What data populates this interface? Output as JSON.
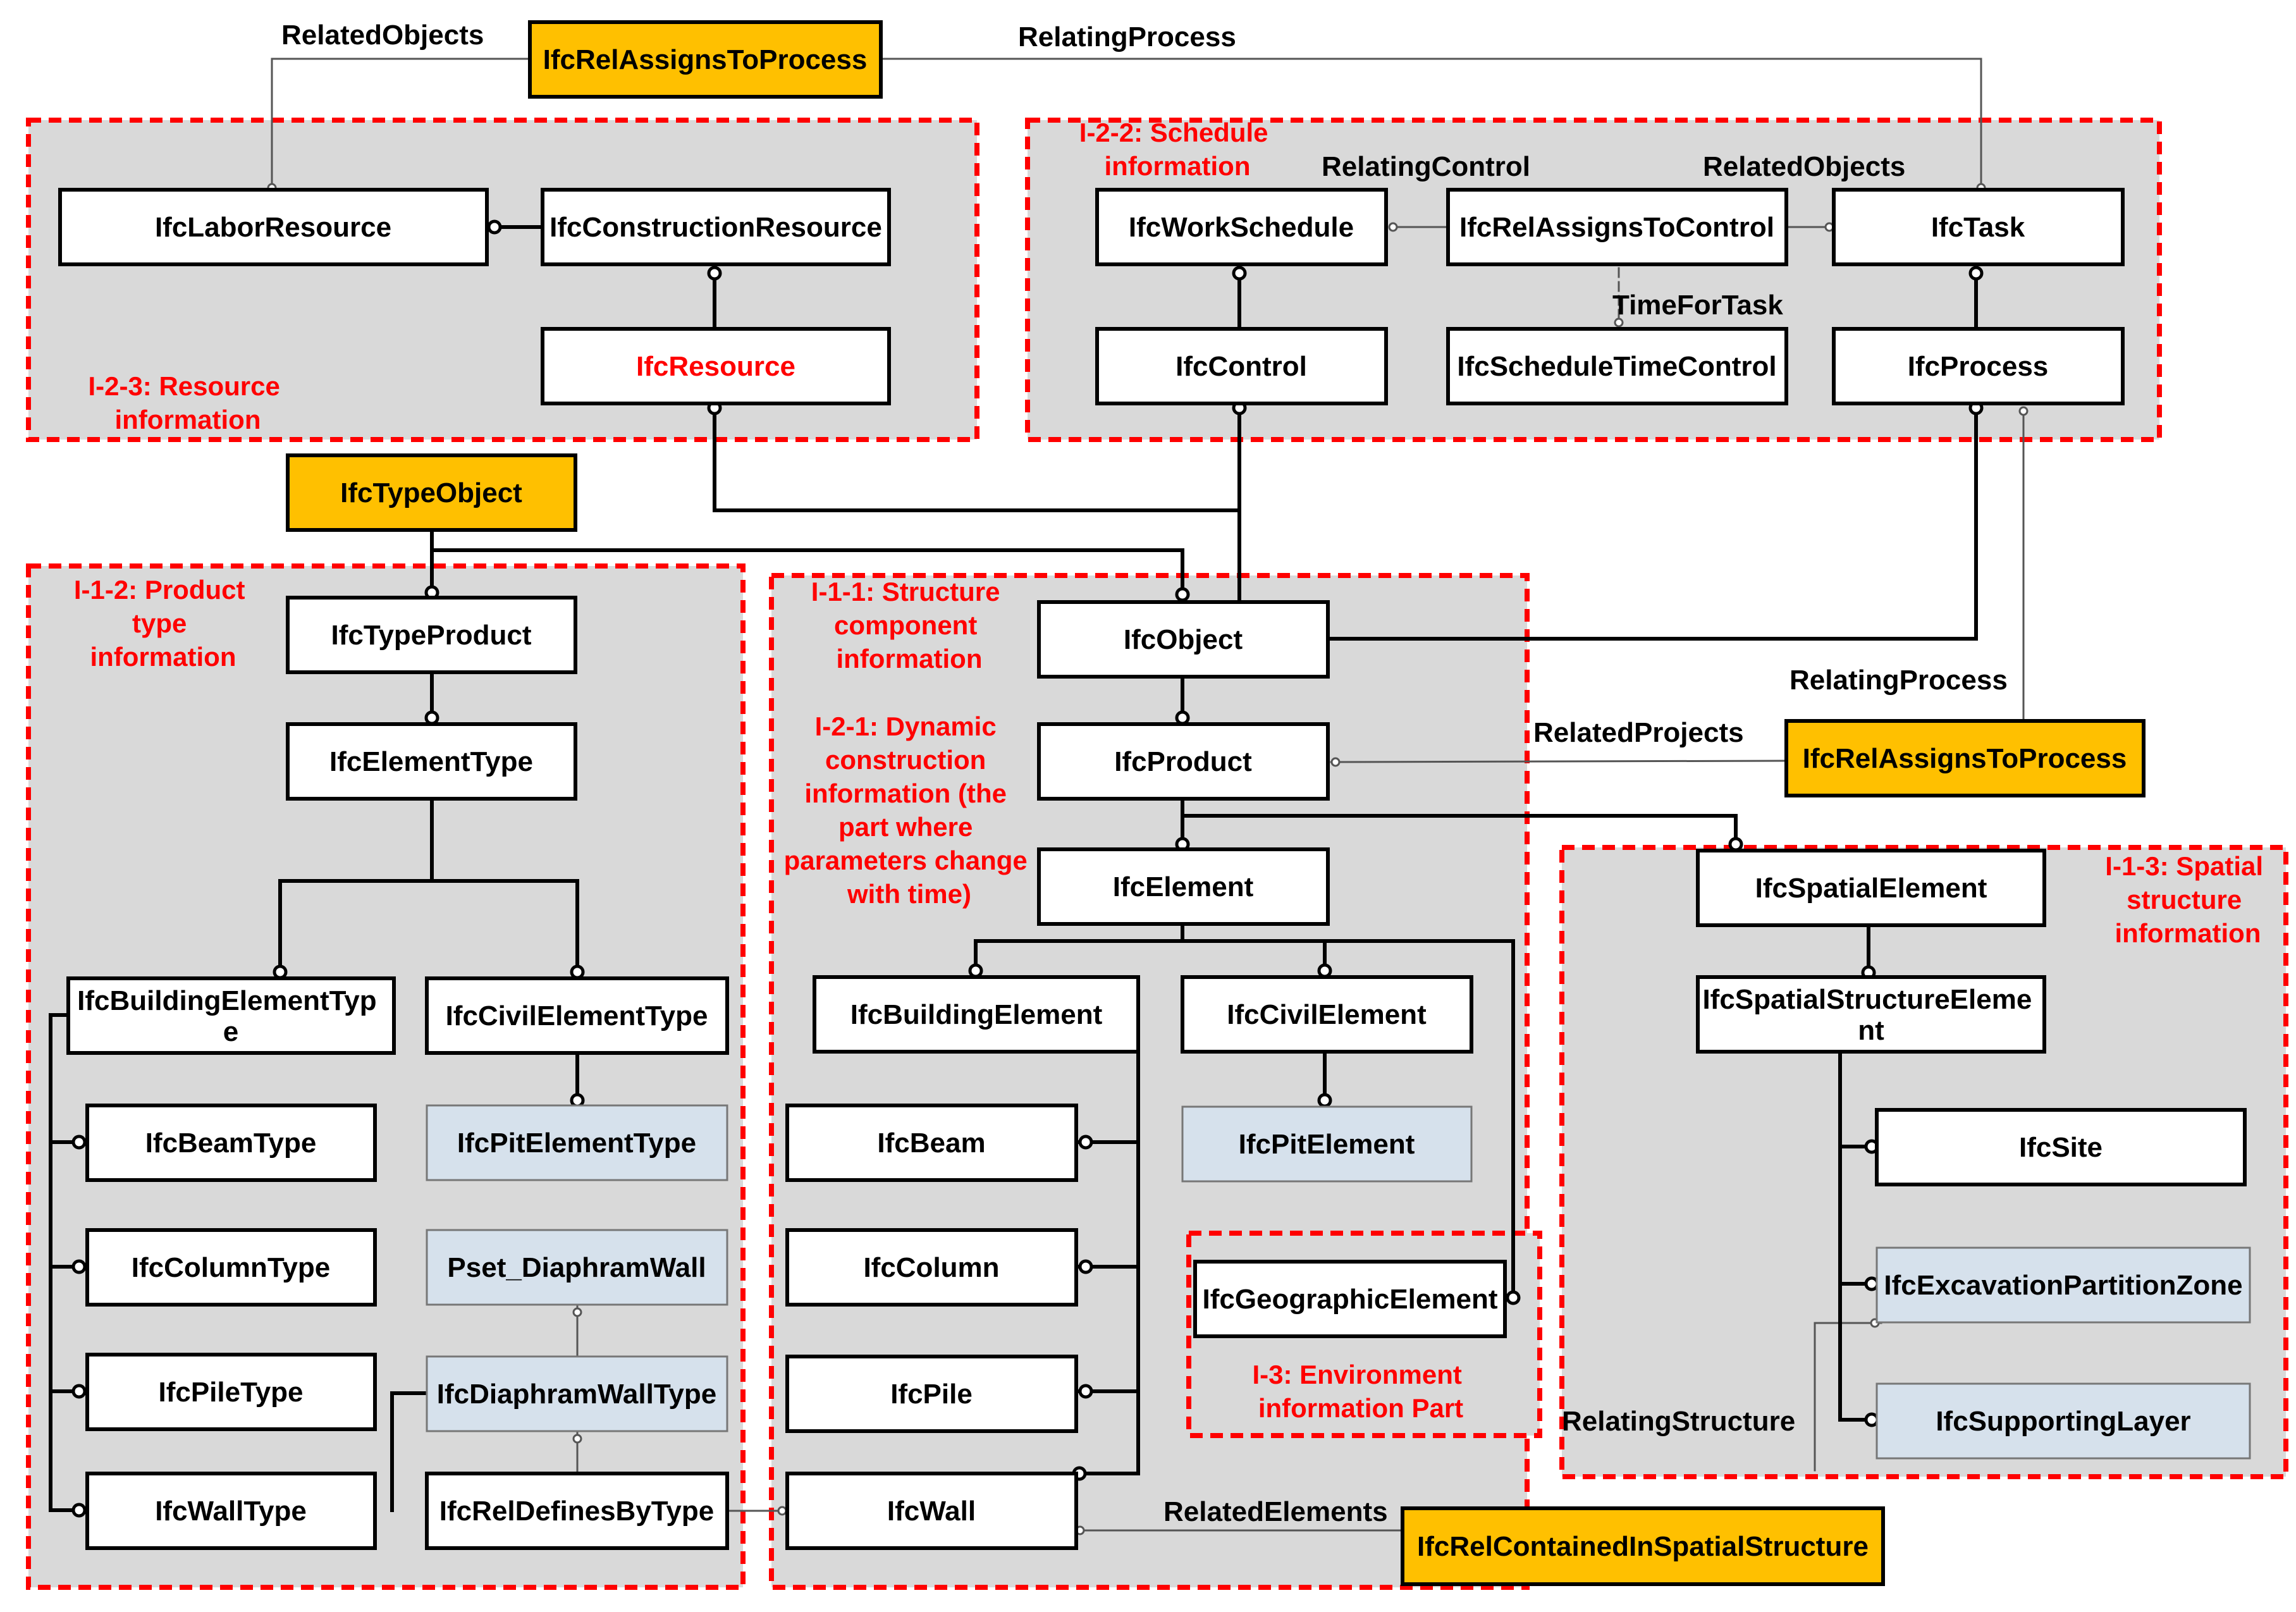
{
  "colors": {
    "group_fill": "#d9d9d9",
    "group_border": "#ff0000",
    "node_plain": "#ffffff",
    "node_highlight": "#ffc000",
    "node_ext": "#d6e1ec",
    "text_red": "#ff0000",
    "line": "#000000"
  },
  "groups": {
    "resource": [
      "I-2-3: Resource",
      "information"
    ],
    "schedule": [
      "I-2-2: Schedule",
      "information"
    ],
    "product_type": [
      "I-1-2: Product",
      "type",
      "information"
    ],
    "structure": [
      "I-1-1: Structure",
      "component",
      "information"
    ],
    "dynamic": [
      "I-2-1: Dynamic",
      "construction",
      "information (the",
      "part where",
      "parameters change",
      "with time)"
    ],
    "spatial": [
      "I-1-3: Spatial",
      "structure",
      "information"
    ],
    "environment": [
      "I-3: Environment",
      "information Part"
    ]
  },
  "nodes": {
    "rel_assigns_process_top": "IfcRelAssignsToProcess",
    "labor_resource": "IfcLaborResource",
    "construction_resource": "IfcConstructionResource",
    "resource": "IfcResource",
    "work_schedule": "IfcWorkSchedule",
    "rel_assigns_control": "IfcRelAssignsToControl",
    "task": "IfcTask",
    "control": "IfcControl",
    "schedule_time_control": "IfcScheduleTimeControl",
    "process": "IfcProcess",
    "type_object": "IfcTypeObject",
    "type_product": "IfcTypeProduct",
    "element_type": "IfcElementType",
    "building_element_type": [
      "IfcBuildingElementTyp",
      "e"
    ],
    "civil_element_type": "IfcCivilElementType",
    "beam_type": "IfcBeamType",
    "pit_element_type": "IfcPitElementType",
    "column_type": "IfcColumnType",
    "pset_diaphram_wall": "Pset_DiaphramWall",
    "pile_type": "IfcPileType",
    "diaphram_wall_type": "IfcDiaphramWallType",
    "wall_type": "IfcWallType",
    "rel_defines_by_type": "IfcRelDefinesByType",
    "object": "IfcObject",
    "product": "IfcProduct",
    "element": "IfcElement",
    "building_element": "IfcBuildingElement",
    "civil_element": "IfcCivilElement",
    "beam": "IfcBeam",
    "pit_element": "IfcPitElement",
    "column": "IfcColumn",
    "pile": "IfcPile",
    "wall": "IfcWall",
    "geographic_element": "IfcGeographicElement",
    "rel_assigns_process_right": "IfcRelAssignsToProcess",
    "spatial_element": "IfcSpatialElement",
    "spatial_structure_element": [
      "IfcSpatialStructureEleme",
      "nt"
    ],
    "site": "IfcSite",
    "excavation_partition_zone": "IfcExcavationPartitionZone",
    "supporting_layer": "IfcSupportingLayer",
    "rel_contained_spatial": "IfcRelContainedInSpatialStructure"
  },
  "labels": {
    "related_objects_top": "RelatedObjects",
    "relating_process_top": "RelatingProcess",
    "relating_control": "RelatingControl",
    "related_objects_right": "RelatedObjects",
    "time_for_task": "TimeForTask",
    "relating_process_right": "RelatingProcess",
    "related_projects": "RelatedProjects",
    "relating_structure": "RelatingStructure",
    "related_elements": "RelatedElements"
  }
}
